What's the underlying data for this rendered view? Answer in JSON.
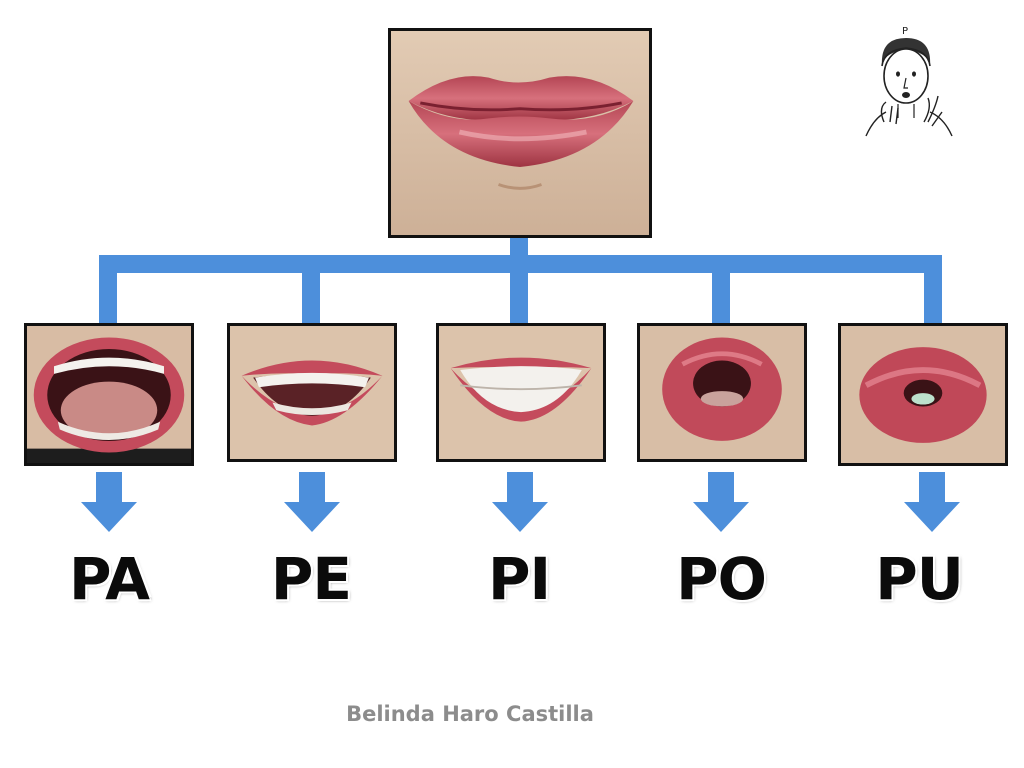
{
  "syllables": [
    {
      "label": "PA"
    },
    {
      "label": "PE"
    },
    {
      "label": "PI"
    },
    {
      "label": "PO"
    },
    {
      "label": "PU"
    }
  ],
  "sign_figure_letter": "P",
  "author": "Belinda Haro Castilla",
  "colors": {
    "connector": "#4d8fdb",
    "lips": "#c24e5e",
    "skin": "#d9c0a8",
    "frame": "#111111"
  },
  "icons": [
    "closed-lips-photo",
    "mouth-pa-photo",
    "mouth-pe-photo",
    "mouth-pi-photo",
    "mouth-po-photo",
    "mouth-pu-photo",
    "down-arrow-icon",
    "sign-language-figure-icon"
  ]
}
